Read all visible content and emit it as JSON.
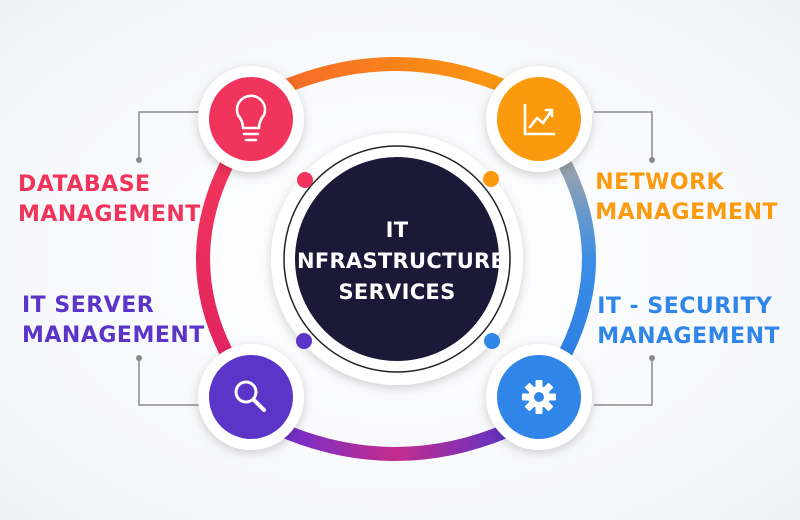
{
  "center": {
    "line1": "IT",
    "line2": "INFRASTRUCTURE",
    "line3": "SERVICES"
  },
  "items": {
    "database": {
      "line1": "DATABASE",
      "line2": "MANAGEMENT",
      "color": "#f0345c",
      "icon": "lightbulb-icon"
    },
    "network": {
      "line1": "NETWORK",
      "line2": "MANAGEMENT",
      "color": "#fb9a0d",
      "icon": "growth-chart-icon"
    },
    "server": {
      "line1": "IT SERVER",
      "line2": "MANAGEMENT",
      "color": "#5b34c8",
      "icon": "search-icon"
    },
    "security": {
      "line1": "IT - SECURITY",
      "line2": "MANAGEMENT",
      "color": "#2f86e8",
      "icon": "gear-icon"
    }
  },
  "colors": {
    "center_fill": "#1b1838",
    "center_text": "#ffffff",
    "connector": "#8a8a8a",
    "ring_inner": "#222222"
  }
}
